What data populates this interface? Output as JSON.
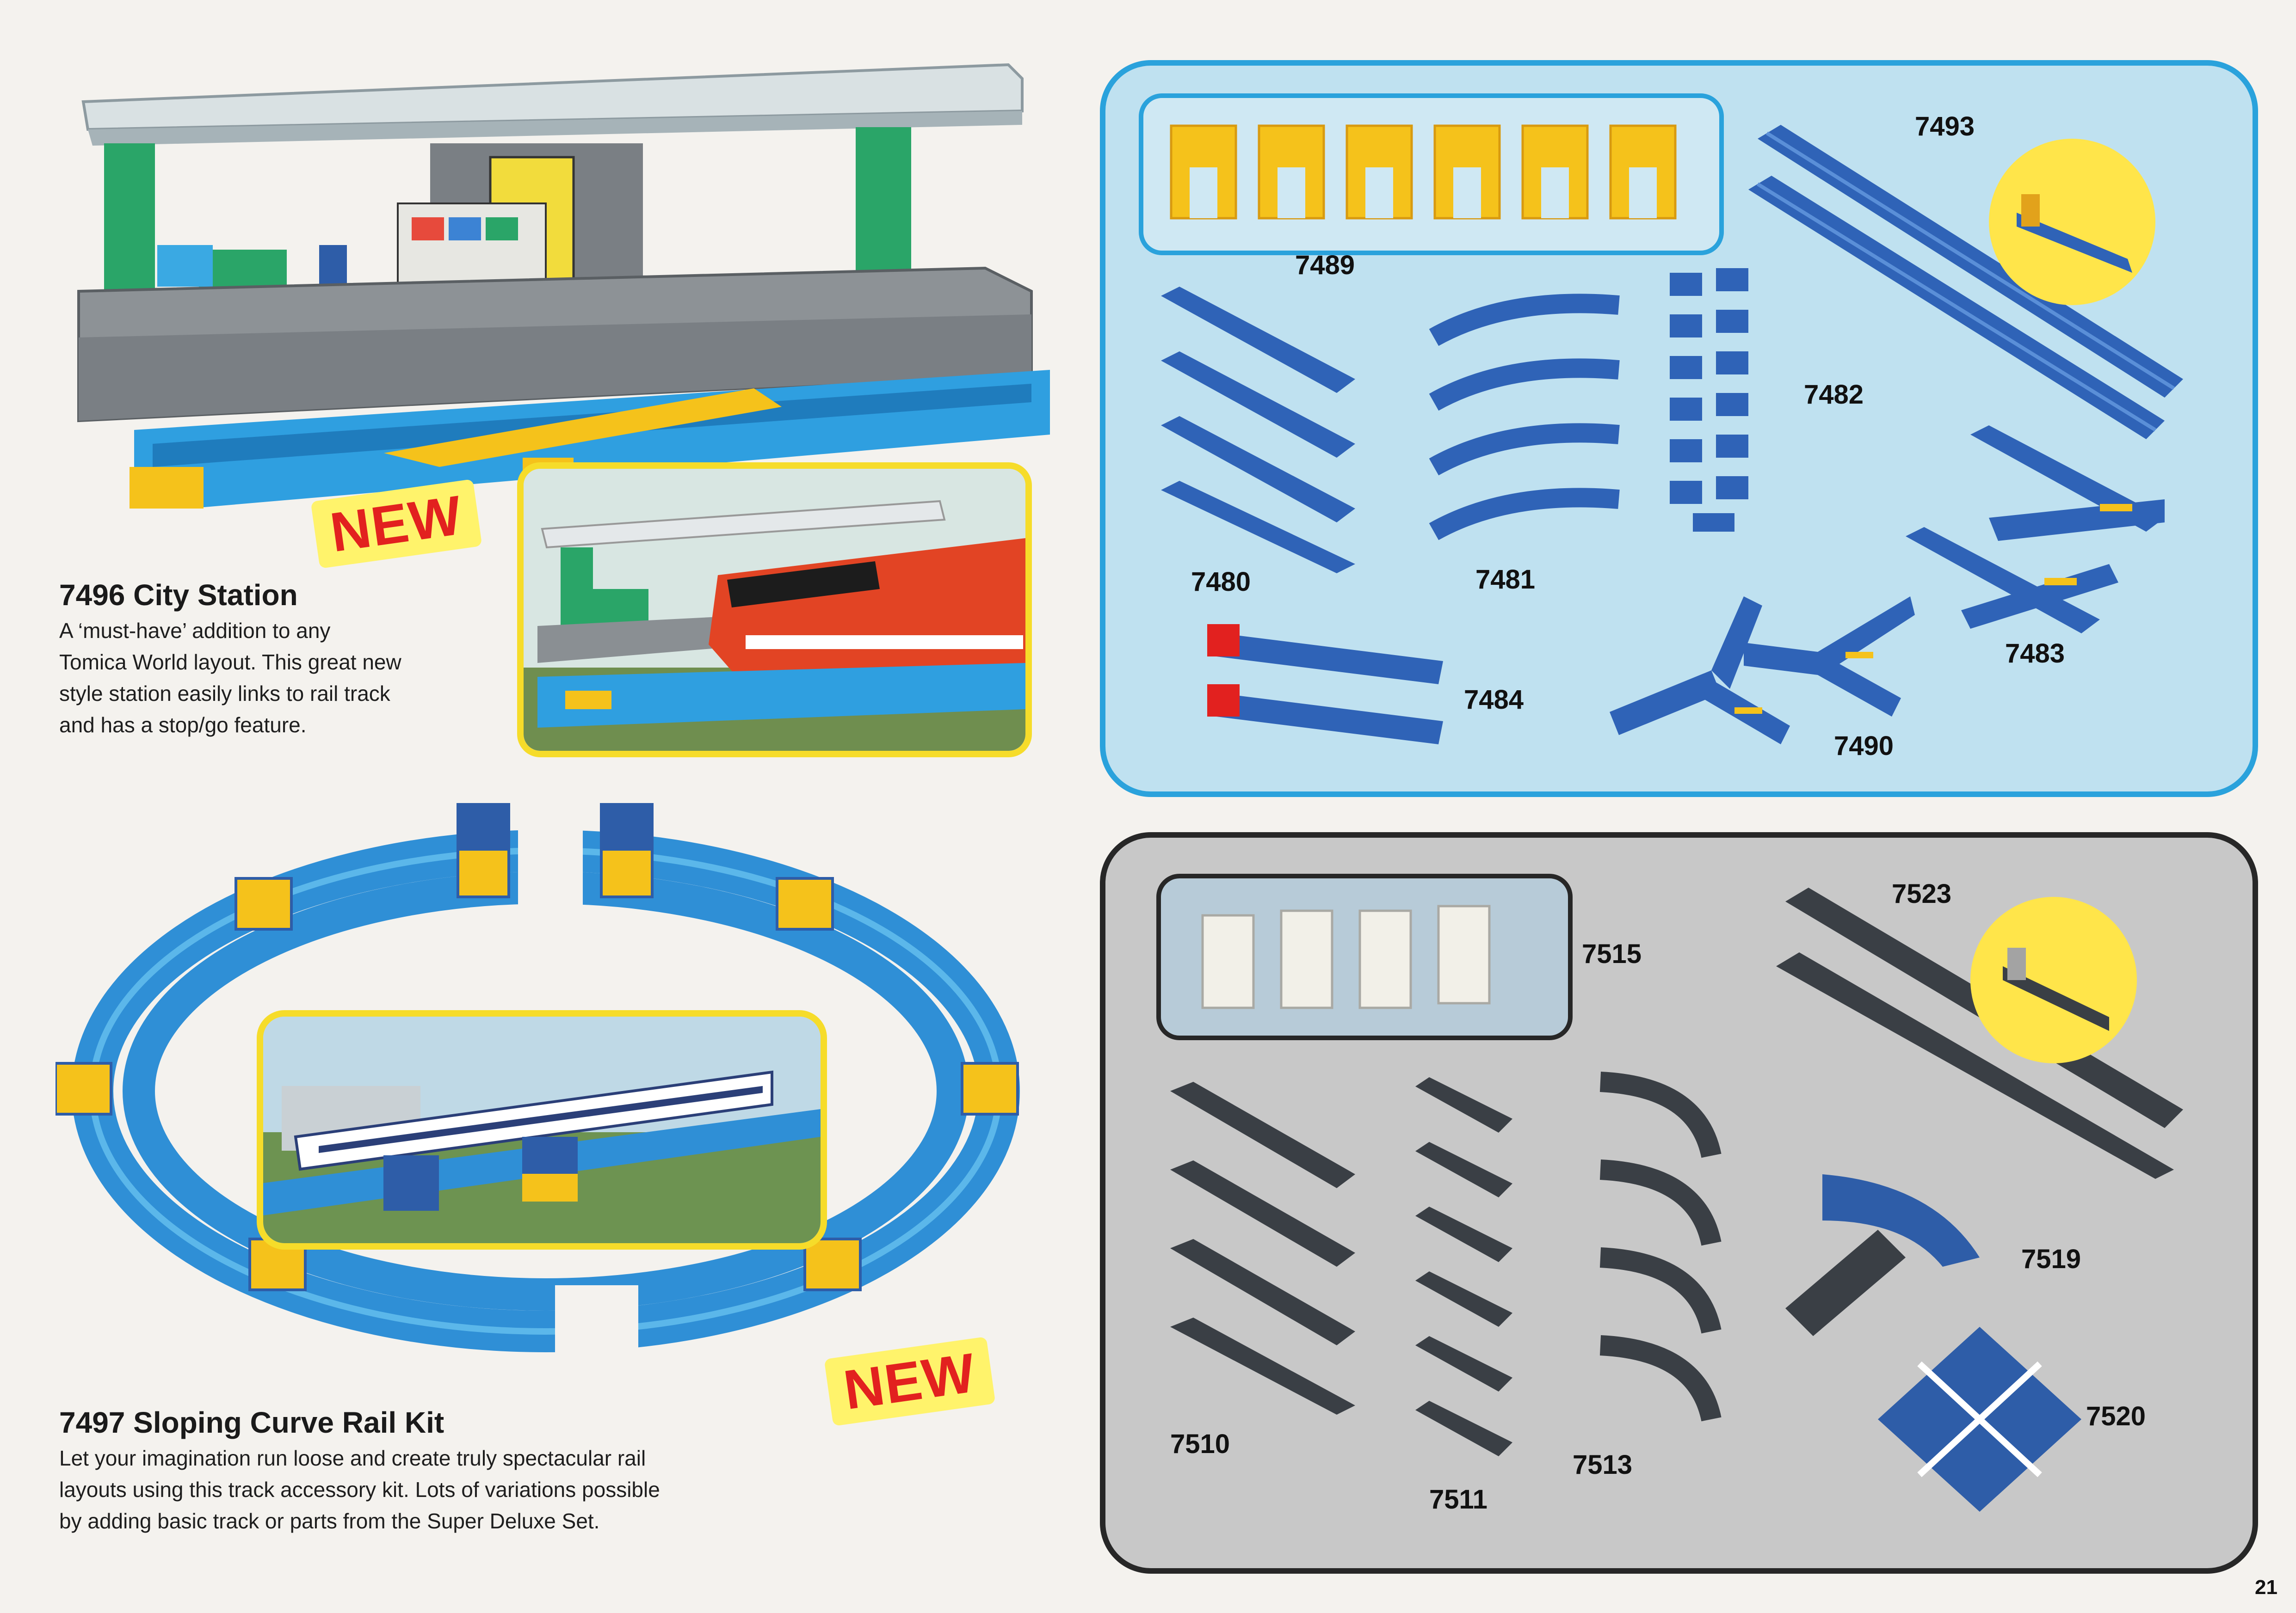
{
  "left_page": {
    "city_station": {
      "badge": "NEW",
      "title": "7496 City Station",
      "description_lines": [
        "A ‘must-have’ addition to any",
        "Tomica World layout. This great new",
        "style station easily links to rail track",
        "and has a stop/go feature."
      ]
    },
    "sloping_curve": {
      "badge": "NEW",
      "title": "7497 Sloping Curve Rail Kit",
      "description_lines": [
        "Let your imagination run loose and create truly spectacular rail",
        "layouts using this track accessory kit. Lots of variations possible",
        "by adding basic track or parts from the Super Deluxe Set."
      ]
    }
  },
  "blue_panel": {
    "codes": [
      "7489",
      "7493",
      "7482",
      "7480",
      "7481",
      "7483",
      "7484",
      "7490"
    ]
  },
  "grey_panel": {
    "codes": [
      "7515",
      "7523",
      "7519",
      "7520",
      "7510",
      "7511",
      "7513"
    ]
  },
  "page_number": "21",
  "colors": {
    "track_blue": "#2f63b7",
    "track_light_blue": "#2f9fe0",
    "track_grey": "#3a3f45",
    "support_yellow": "#f5c21b",
    "panel_blue_border": "#2aa2dc",
    "new_red": "#e2211f"
  }
}
